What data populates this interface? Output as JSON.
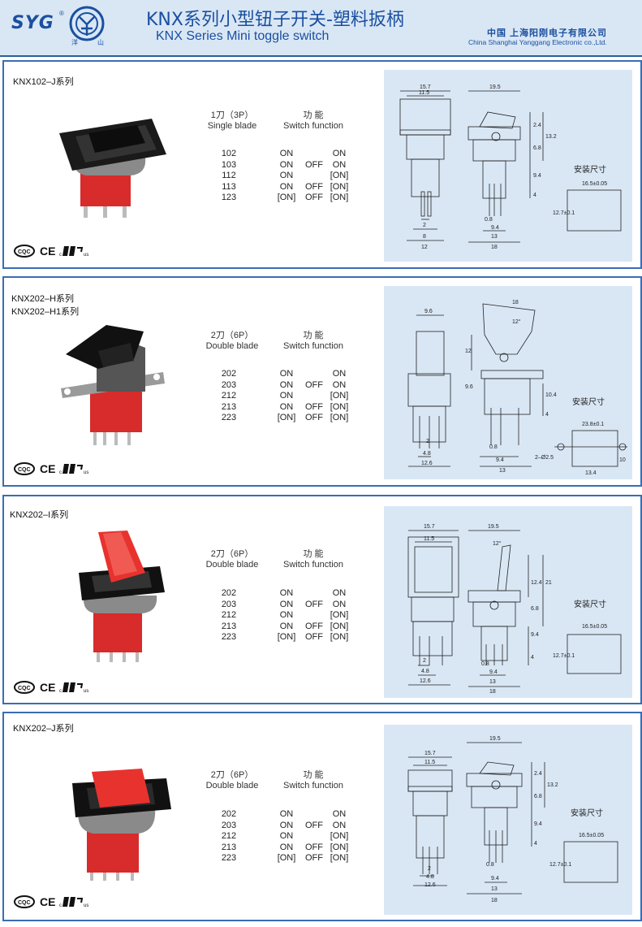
{
  "header": {
    "logo_syg": "SYG",
    "logo_reg": "®",
    "logo_ys_left": "洋",
    "logo_ys_right": "山",
    "title_cn": "KNX系列小型钮子开关-塑料扳柄",
    "title_en": "KNX Series Mini toggle switch",
    "company_cn": "中国  上海阳刚电子有限公司",
    "company_en": "China Shanghai Yanggang Electronic co.,Ltd."
  },
  "labels": {
    "switch_function_cn": "功    能",
    "switch_function_en": "Switch function",
    "mount_size": "安装尺寸",
    "cert_c": "c",
    "cert_us": "us",
    "cert_ce": "CE"
  },
  "sections": [
    {
      "title_lines": [
        "KNX102–J系列"
      ],
      "poles_cn": "1刀（3P）",
      "poles_en": "Single blade",
      "rows": [
        {
          "code": "102",
          "a": "ON",
          "b": "",
          "c": "ON"
        },
        {
          "code": "103",
          "a": "ON",
          "b": "OFF",
          "c": "ON"
        },
        {
          "code": "112",
          "a": "ON",
          "b": "",
          "c": "[ON]"
        },
        {
          "code": "113",
          "a": "ON",
          "b": "OFF",
          "c": "[ON]"
        },
        {
          "code": "123",
          "a": "[ON]",
          "b": "OFF",
          "c": "[ON]"
        }
      ],
      "dims": {
        "top_w": "15.7",
        "top_inner": "11.5",
        "side_w": "19.5",
        "h1": "2.4",
        "h2": "6.8",
        "h3": "13.2",
        "h4": "9.4",
        "h5": "4",
        "b1": "2",
        "b2": "8",
        "b3": "12",
        "s1": "0.8",
        "s2": "9.4",
        "s3": "13",
        "s4": "18",
        "cut_w": "16.5±0.05",
        "cut_h": "12.7±0.1"
      }
    },
    {
      "title_lines": [
        "KNX202–H系列",
        "KNX202–H1系列"
      ],
      "poles_cn": "2刀（6P）",
      "poles_en": "Double blade",
      "rows": [
        {
          "code": "202",
          "a": "ON",
          "b": "",
          "c": "ON"
        },
        {
          "code": "203",
          "a": "ON",
          "b": "OFF",
          "c": "ON"
        },
        {
          "code": "212",
          "a": "ON",
          "b": "",
          "c": "[ON]"
        },
        {
          "code": "213",
          "a": "ON",
          "b": "OFF",
          "c": "[ON]"
        },
        {
          "code": "223",
          "a": "[ON]",
          "b": "OFF",
          "c": "[ON]"
        }
      ],
      "dims": {
        "top_w": "9.6",
        "side_w": "18",
        "angle": "12°",
        "h1": "12",
        "h2": "9.6",
        "h3": "10.4",
        "h4": "4",
        "b1": "2",
        "b2": "4.8",
        "b3": "12.6",
        "s1": "0.8",
        "s2": "9.4",
        "s3": "13",
        "hole": "2–Ø2.5",
        "cut_w": "23.8±0.1",
        "cut_h": "10",
        "cut_w2": "13.4"
      }
    },
    {
      "title_lines": [
        "KNX202–I系列"
      ],
      "poles_cn": "2刀（6P）",
      "poles_en": "Double blade",
      "rows": [
        {
          "code": "202",
          "a": "ON",
          "b": "",
          "c": "ON"
        },
        {
          "code": "203",
          "a": "ON",
          "b": "OFF",
          "c": "ON"
        },
        {
          "code": "212",
          "a": "ON",
          "b": "",
          "c": "[ON]"
        },
        {
          "code": "213",
          "a": "ON",
          "b": "OFF",
          "c": "[ON]"
        },
        {
          "code": "223",
          "a": "[ON]",
          "b": "OFF",
          "c": "[ON]"
        }
      ],
      "dims": {
        "top_w": "15.7",
        "top_inner": "11.5",
        "side_w": "19.5",
        "angle": "12°",
        "h1": "12.4",
        "h2": "21",
        "h3": "6.8",
        "h4": "9.4",
        "h5": "4",
        "b1": "2",
        "b2": "4.8",
        "b3": "12.6",
        "s1": "0.8",
        "s2": "9.4",
        "s3": "13",
        "s4": "18",
        "cut_w": "16.5±0.05",
        "cut_h": "12.7±0.1"
      }
    },
    {
      "title_lines": [
        "KNX202–J系列"
      ],
      "poles_cn": "2刀（6P）",
      "poles_en": "Double blade",
      "rows": [
        {
          "code": "202",
          "a": "ON",
          "b": "",
          "c": "ON"
        },
        {
          "code": "203",
          "a": "ON",
          "b": "OFF",
          "c": "ON"
        },
        {
          "code": "212",
          "a": "ON",
          "b": "",
          "c": "[ON]"
        },
        {
          "code": "213",
          "a": "ON",
          "b": "OFF",
          "c": "[ON]"
        },
        {
          "code": "223",
          "a": "[ON]",
          "b": "OFF",
          "c": "[ON]"
        }
      ],
      "dims": {
        "top_w": "15.7",
        "top_inner": "11.5",
        "side_w": "19.5",
        "h1": "2.4",
        "h2": "6.8",
        "h3": "13.2",
        "h4": "9.4",
        "h5": "4",
        "b1": "2",
        "b2": "4.8",
        "b3": "12.6",
        "s1": "0.8",
        "s2": "9.4",
        "s3": "13",
        "s4": "18",
        "cut_w": "16.5±0.05",
        "cut_h": "12.7±0.1"
      }
    }
  ]
}
